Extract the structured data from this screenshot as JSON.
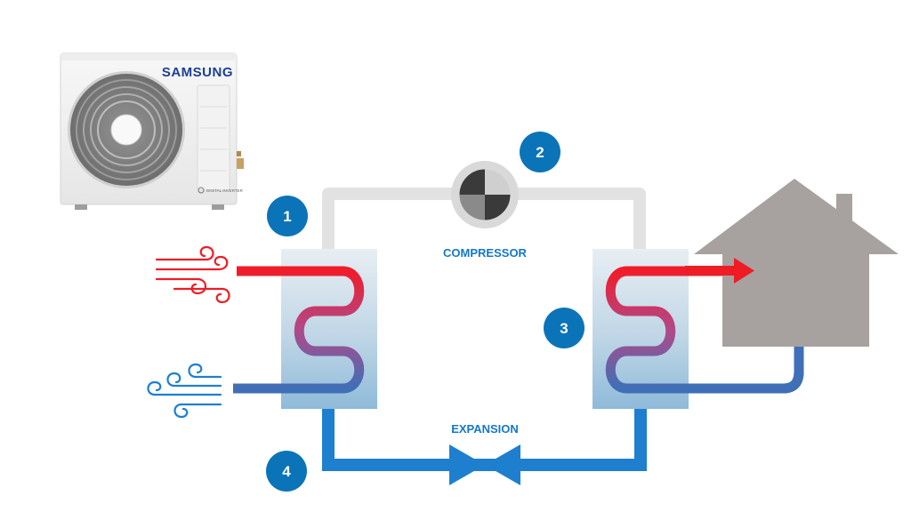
{
  "outdoor_unit": {
    "brand": "SAMSUNG",
    "badge_text": "DIGITAL INVERTER"
  },
  "labels": {
    "compressor": "COMPRESSOR",
    "expansion": "EXPANSION"
  },
  "steps": [
    {
      "number": "1"
    },
    {
      "number": "2"
    },
    {
      "number": "3"
    },
    {
      "number": "4"
    }
  ],
  "colors": {
    "step_badge": "#0b74b8",
    "label_text": "#1478c8",
    "cold_pipe": "#1e7fcf",
    "hot_pipe": "#ee1c25",
    "house": "#a7a2a0",
    "suction_pipe": "#e3e3e3"
  }
}
